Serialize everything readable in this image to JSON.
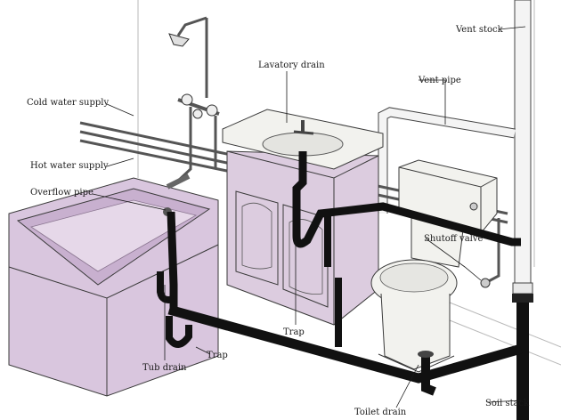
{
  "labels": {
    "vent_stock": "Vent stock",
    "vent_pipe": "Vent pipe",
    "lavatory_drain": "Lavatory drain",
    "cold_water_supply": "Cold water supply",
    "hot_water_supply": "Hot water supply",
    "overflow_pipe": "Overflow pipe",
    "shutoff_valve": "Shutoff valve",
    "trap_sink": "Trap",
    "trap_tub": "Trap",
    "tub_drain": "Tub drain",
    "toilet_drain": "Toilet drain",
    "soil_stack": "Soil stack"
  },
  "colors": {
    "tub": "#d9c6de",
    "tub_dark": "#c8b0cf",
    "cabinet": "#dcccdf",
    "drain_pipe": "#111111",
    "supply_pipe": "#555555",
    "fixture": "#f2f2ee"
  }
}
